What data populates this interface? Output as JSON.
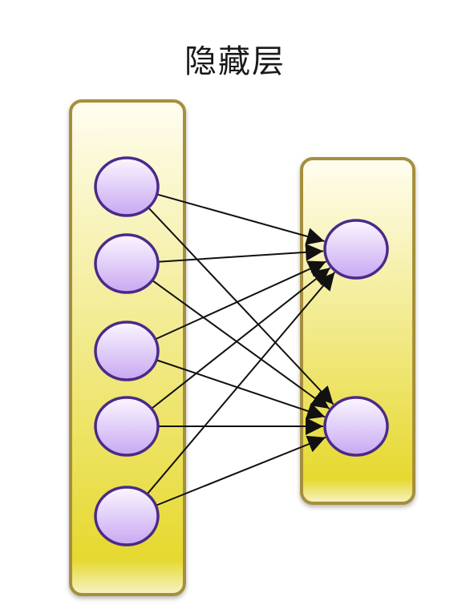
{
  "title": "隐藏层",
  "colors": {
    "layer_fill_top": "#fffdf0",
    "layer_fill_bottom": "#e6d92f",
    "layer_border": "#a58f3c",
    "node_fill_top": "#fbf6ff",
    "node_fill_bottom": "#c8a8f2",
    "node_border": "#4a2a8a",
    "edge": "#111111"
  },
  "layers": [
    {
      "name": "input-layer",
      "node_count": 5
    },
    {
      "name": "output-layer",
      "node_count": 2
    }
  ],
  "connections": "fully-connected"
}
